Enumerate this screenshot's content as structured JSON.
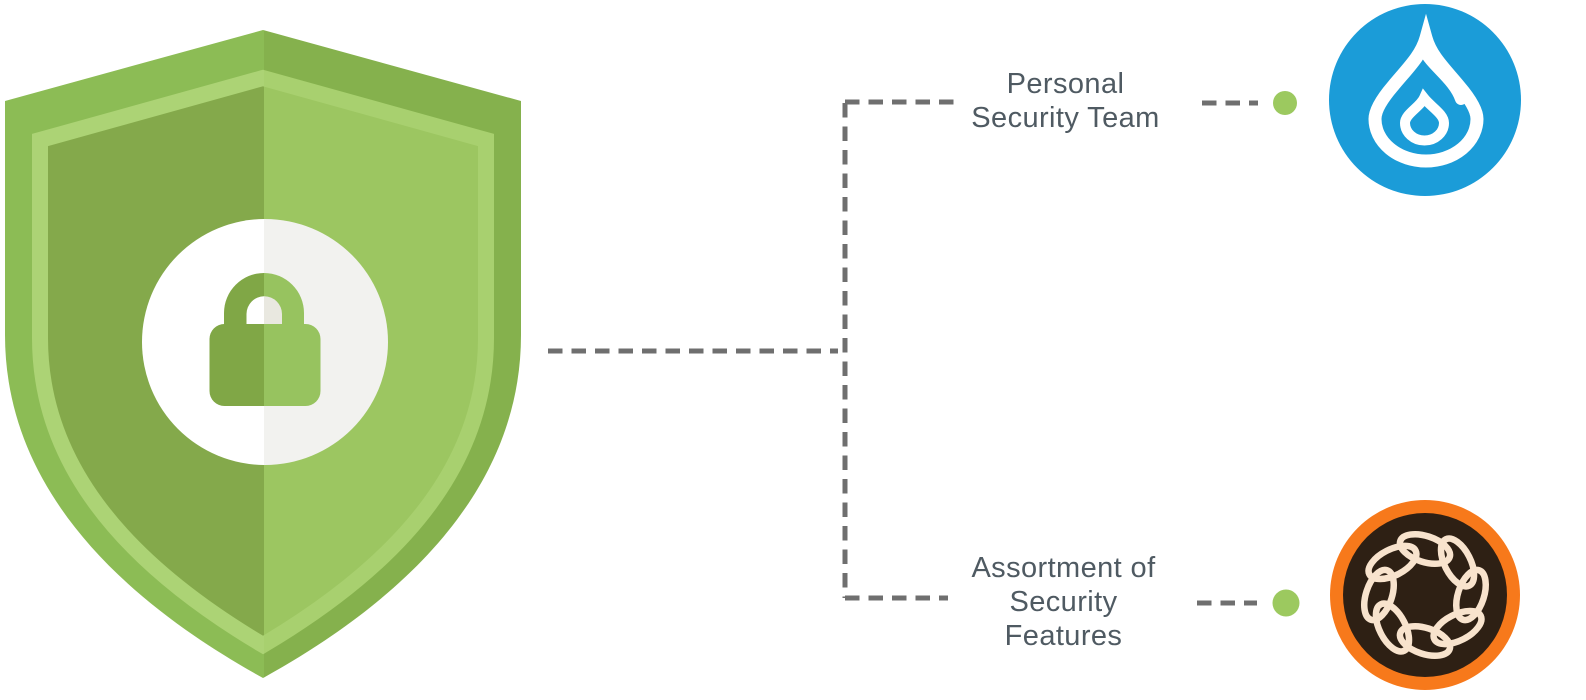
{
  "diagram": {
    "center_node": {
      "icon": "shield-lock-icon"
    },
    "branches": [
      {
        "label": "Personal Security Team",
        "label_lines": [
          "Personal",
          "Security Team"
        ],
        "logo": "drupal-logo"
      },
      {
        "label": "Assortment of Security Features",
        "label_lines": [
          "Assortment of",
          "Security",
          "Features"
        ],
        "logo": "adobe-experience-cloud-logo"
      }
    ],
    "colors": {
      "background": "#FFFFFF",
      "shield_outer_left": "#8CBC55",
      "shield_outer_right": "#85B14D",
      "shield_inner_left": "#84A94B",
      "shield_inner_right": "#9CC661",
      "shield_stripe_left": "#ACD375",
      "shield_stripe_right": "#A8D06F",
      "circle_left": "#FFFFFF",
      "circle_right": "#F2F2EF",
      "lock_left": "#80A746",
      "lock_right": "#97C35F",
      "cutout_left": "#FFFFFF",
      "cutout_right": "#E9E8E0",
      "label_text": "#4F5A62",
      "dash": "#6F6F6F",
      "dot_green": "#9CC95F",
      "drupal_blue": "#1B9CD8",
      "adobe_orange": "#F7791B",
      "adobe_brown": "#2E2014",
      "adobe_cream": "#F8E3CD"
    }
  }
}
